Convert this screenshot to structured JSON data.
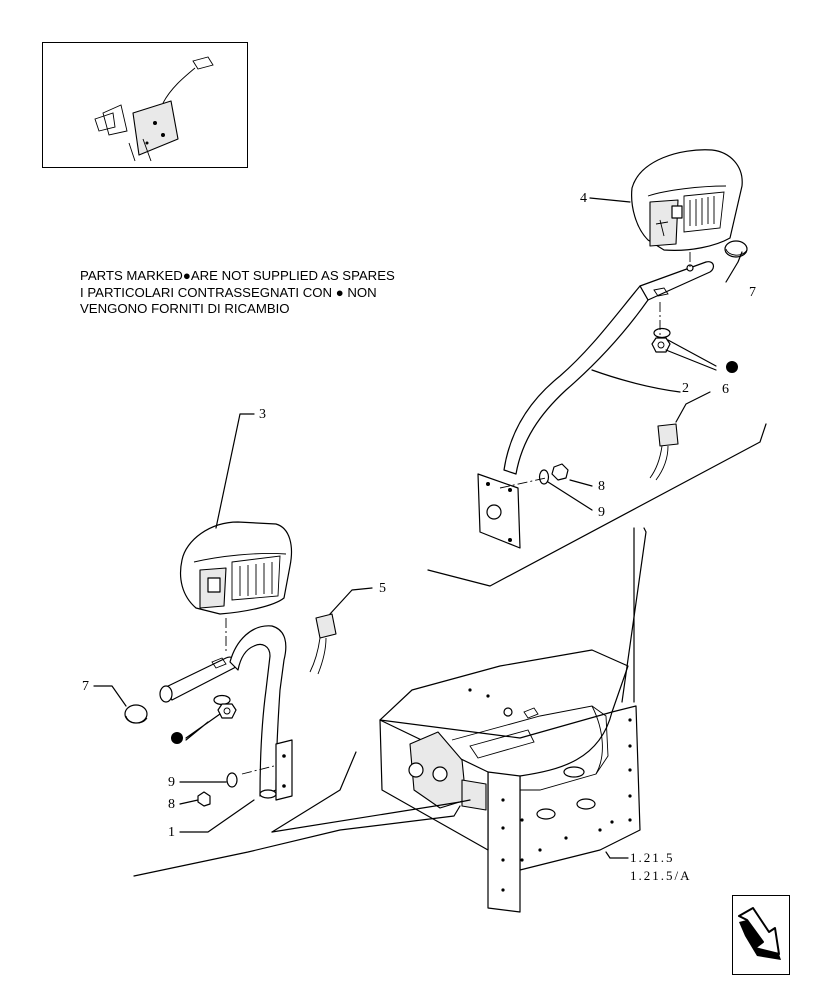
{
  "notes": {
    "line1_a": "PARTS MARKED",
    "line1_b": "ARE NOT SUPPLIED AS SPARES",
    "line2_a": "I PARTICOLARI CONTRASSEGNATI CON",
    "line2_b": "NON",
    "line3": "VENGONO FORNITI DI RICAMBIO"
  },
  "callouts": {
    "c1": "1",
    "c2": "2",
    "c3": "3",
    "c4": "4",
    "c5": "5",
    "c6": "6",
    "c7_top": "7",
    "c7_left": "7",
    "c8_right": "8",
    "c8_left": "8",
    "c9_right": "9",
    "c9_left": "9"
  },
  "references": {
    "ref1": "1.21.5",
    "ref2": "1.21.5/A"
  },
  "icons": {
    "bullet": "filled-circle-icon",
    "nav": "next-page-arrow-icon",
    "thumbnail": "overview-thumbnail"
  },
  "colors": {
    "ink": "#000000",
    "paper": "#ffffff"
  }
}
